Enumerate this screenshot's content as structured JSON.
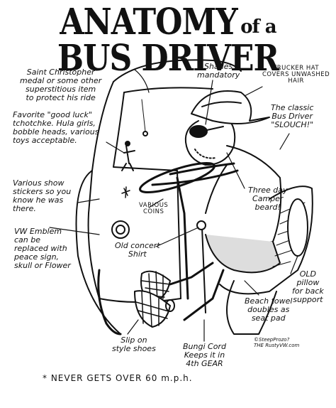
{
  "title": {
    "part1": "ANATOMY",
    "part2": "of a",
    "part3": "BUS DRIVER"
  },
  "labels": {
    "saint_christopher": "Saint Christopher\nmedal or some other\nsuperstitious item\nto protect his ride",
    "shades": "Shades\nmandatory",
    "trucker_hat": "TRUCKER HAT\nCOVERS UNWASHED\nHAIR",
    "slouch": "The classic\nBus Driver\n\"SLOUCH!\"",
    "good_luck": "Favorite \"good luck\"\ntchotchke. Hula girls,\nbobble heads, various\ntoys acceptable.",
    "stickers": "Various show\nstickers so you\nknow he was\nthere.",
    "coins": "VARIOUS\nCOINS",
    "beard": "Three day\nCamper\nbeard!",
    "vw_emblem": "VW Emblem\ncan be\nreplaced with\npeace sign,\nskull or Flower",
    "concert_shirt": "Old concert\nShirt",
    "pillow": "OLD\npillow\nfor back\nsupport",
    "towel": "Beach towel\ndoubles as\nseat pad",
    "shoes": "Slip on\nstyle shoes",
    "bungi": "Bungi Cord\nKeeps it in\n4th GEAR",
    "signature": "©SteepProzo?\nTHE RustyVW.com"
  },
  "footer": "* NEVER GETS OVER 60 m.p.h."
}
